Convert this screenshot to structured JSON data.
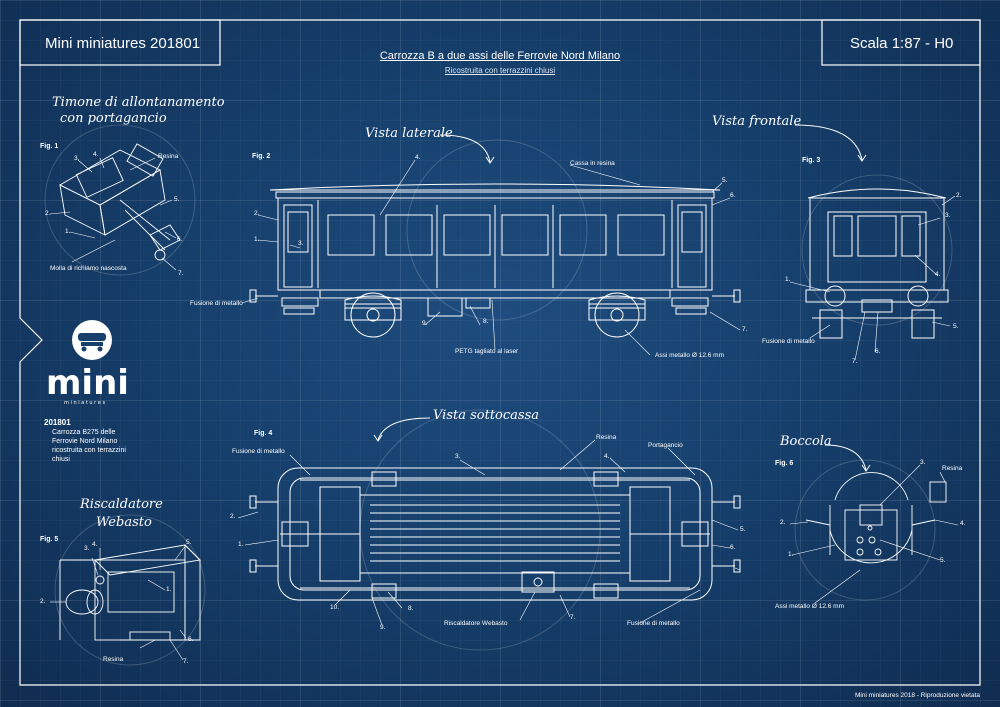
{
  "header": {
    "left_box": "Mini miniatures 201801",
    "right_box": "Scala 1:87 - H0",
    "title": "Carrozza B a due assi delle Ferrovie Nord Milano",
    "subtitle": "Ricostruita con terrazzini chiusi"
  },
  "brand": {
    "logo_text": "mini",
    "logo_sub": "m i n i a t u r e s",
    "code": "201801",
    "description": "Carrozza B275 delle Ferrovie Nord Milano ricostruita con terrazzini chiusi"
  },
  "sections": {
    "timone": "Timone di allontanamento con portagancio",
    "laterale": "Vista laterale",
    "frontale": "Vista frontale",
    "sottocassa": "Vista sottocassa",
    "boccola": "Boccola",
    "riscaldatore": "Riscaldatore Webasto"
  },
  "figures": {
    "fig1": "Fig. 1",
    "fig2": "Fig. 2",
    "fig3": "Fig. 3",
    "fig4": "Fig. 4",
    "fig5": "Fig. 5",
    "fig6": "Fig. 6"
  },
  "labels": {
    "resina": "Resina",
    "molla": "Molla di richiamo nascosta",
    "cassa": "Cassa in resina",
    "fusione": "Fusione di metallo",
    "petg": "PETG tagliato al laser",
    "assi": "Assi metallo Ø 12.6 mm",
    "portagancio": "Portagancio",
    "riscaldatore_webasto": "Riscaldatore Webasto"
  },
  "numbers": [
    "1.",
    "2.",
    "3.",
    "4.",
    "5.",
    "6.",
    "7.",
    "8.",
    "9.",
    "10."
  ],
  "footer": "Mini miniatures 2018 - Riproduzione vietata",
  "colors": {
    "background": "#163f6c",
    "line": "#ffffff",
    "grid": "#2a5a8c"
  }
}
